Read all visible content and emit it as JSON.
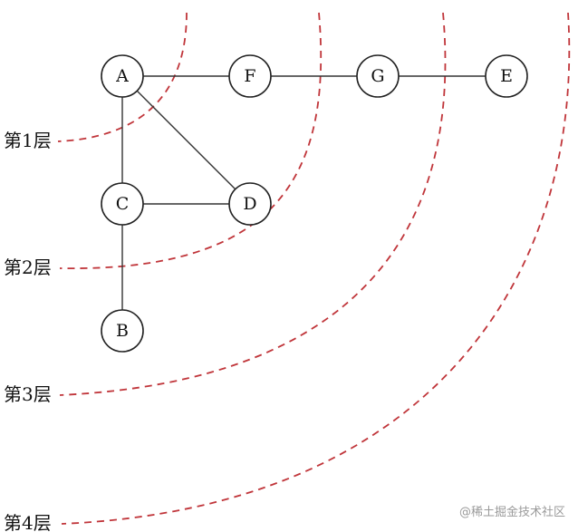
{
  "nodes": [
    {
      "id": "A",
      "label": "A"
    },
    {
      "id": "F",
      "label": "F"
    },
    {
      "id": "G",
      "label": "G"
    },
    {
      "id": "E",
      "label": "E"
    },
    {
      "id": "C",
      "label": "C"
    },
    {
      "id": "D",
      "label": "D"
    },
    {
      "id": "B",
      "label": "B"
    }
  ],
  "edges": [
    [
      "A",
      "F"
    ],
    [
      "F",
      "G"
    ],
    [
      "G",
      "E"
    ],
    [
      "A",
      "C"
    ],
    [
      "A",
      "D"
    ],
    [
      "C",
      "D"
    ],
    [
      "C",
      "B"
    ]
  ],
  "layers": [
    {
      "label": "第1层"
    },
    {
      "label": "第2层"
    },
    {
      "label": "第3层"
    },
    {
      "label": "第4层"
    }
  ],
  "colors": {
    "layer_line": "#c0353a",
    "node_stroke": "#222222"
  },
  "watermark": "@稀土掘金技术社区"
}
